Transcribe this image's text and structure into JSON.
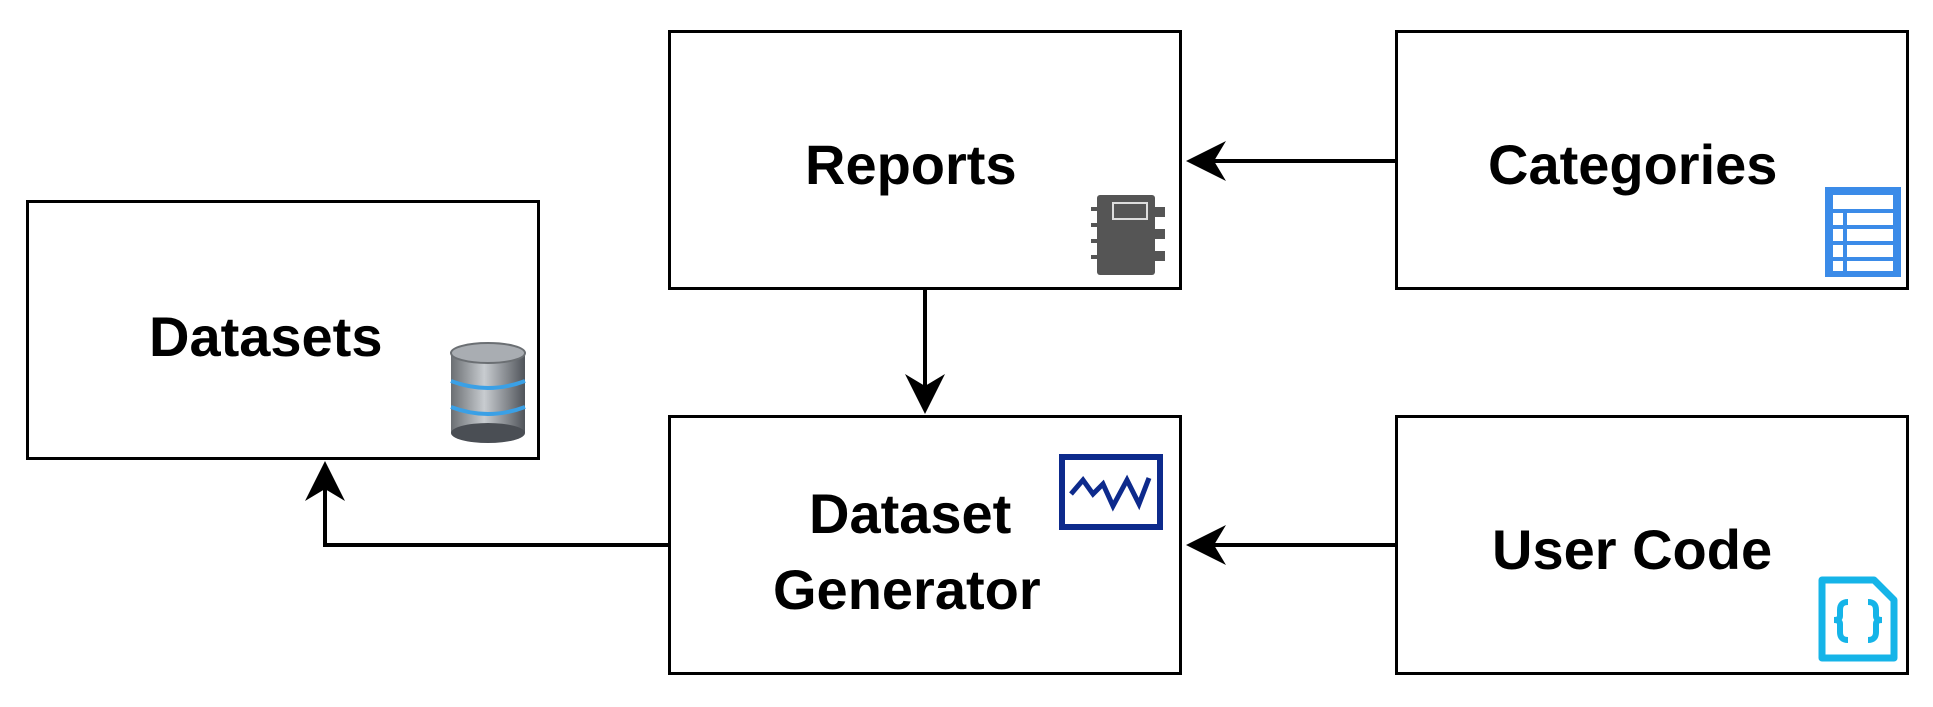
{
  "nodes": {
    "datasets": {
      "label": "Datasets",
      "icon": "database-icon"
    },
    "reports": {
      "label": "Reports",
      "icon": "notebook-icon"
    },
    "categories": {
      "label": "Categories",
      "icon": "list-icon"
    },
    "dataset_generator": {
      "label_line1": "Dataset",
      "label_line2": "Generator",
      "icon": "line-chart-icon"
    },
    "user_code": {
      "label": "User Code",
      "icon": "code-file-icon"
    }
  },
  "colors": {
    "border": "#000000",
    "list_icon": "#3b8be8",
    "chart_icon": "#0d2a8c",
    "code_icon": "#15b4e8",
    "notebook_icon": "#555555"
  }
}
